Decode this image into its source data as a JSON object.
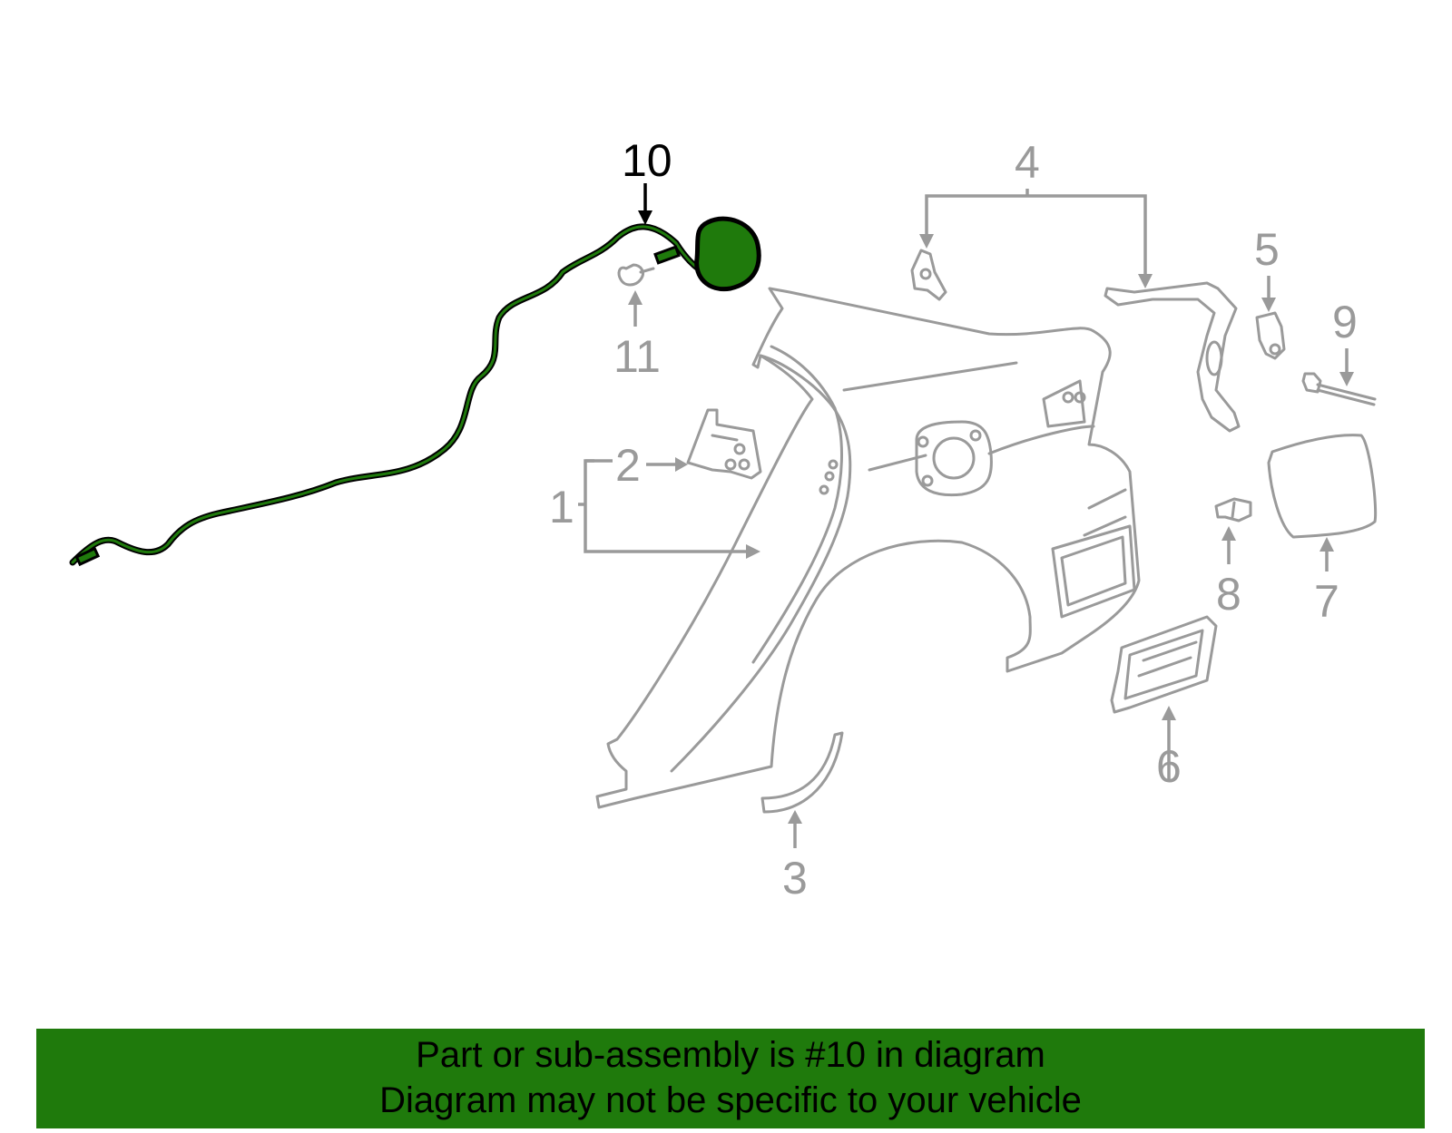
{
  "diagram": {
    "highlight_color": "#1f7a0c",
    "part_color": "#9a9a9a",
    "callouts": {
      "c1": "1",
      "c2": "2",
      "c3": "3",
      "c4": "4",
      "c5": "5",
      "c6": "6",
      "c7": "7",
      "c8": "8",
      "c9": "9",
      "c10": "10",
      "c11": "11"
    },
    "highlighted_part": "10"
  },
  "banner": {
    "line1": "Part or sub-assembly is #10 in diagram",
    "line2": "Diagram may not be specific to your vehicle"
  }
}
